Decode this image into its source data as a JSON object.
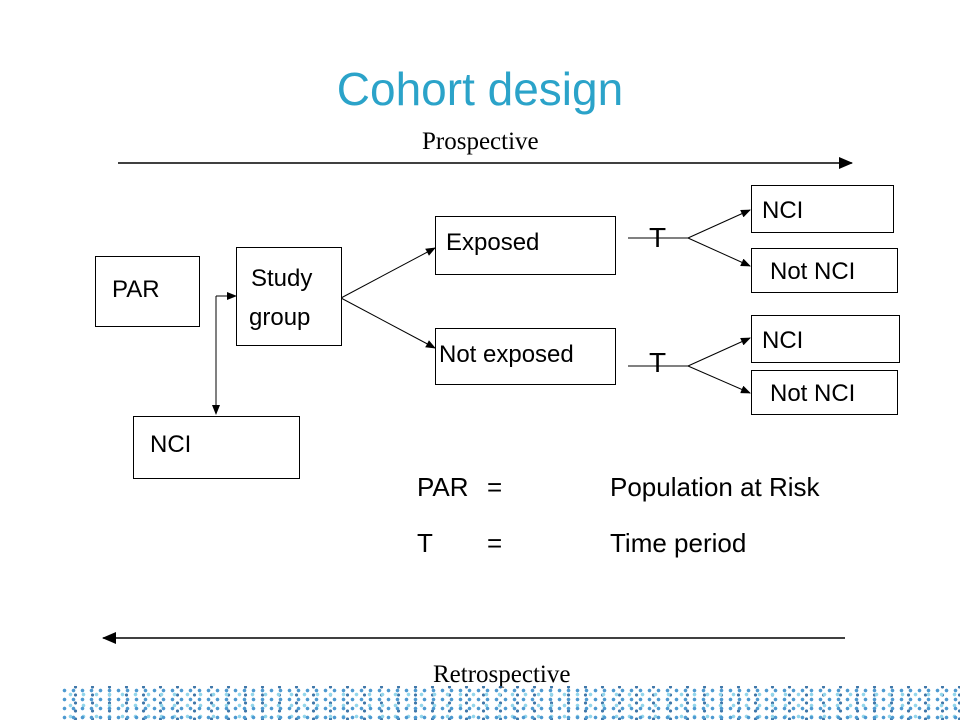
{
  "title": "Cohort design",
  "top_arrow_label": "Prospective",
  "bottom_arrow_label": "Retrospective",
  "nodes": {
    "par": "PAR",
    "study_group_line1": "Study",
    "study_group_line2": "group",
    "nci_lower": "NCI",
    "exposed": "Exposed",
    "not_exposed": "Not exposed",
    "t_top": "T",
    "t_bottom": "T",
    "nci_top1": "NCI",
    "not_nci_top": "Not NCI",
    "nci_top2": "NCI",
    "not_nci_bottom": "Not NCI"
  },
  "legend": [
    {
      "term": "PAR",
      "eq": "=",
      "definition": "Population at Risk"
    },
    {
      "term": "T",
      "eq": "=",
      "definition": "Time period"
    }
  ],
  "colors": {
    "title": "#2ba3c9",
    "lines": "#000000",
    "dots": [
      "#2e88c8",
      "#7fcfe8",
      "#1e5f99"
    ]
  }
}
